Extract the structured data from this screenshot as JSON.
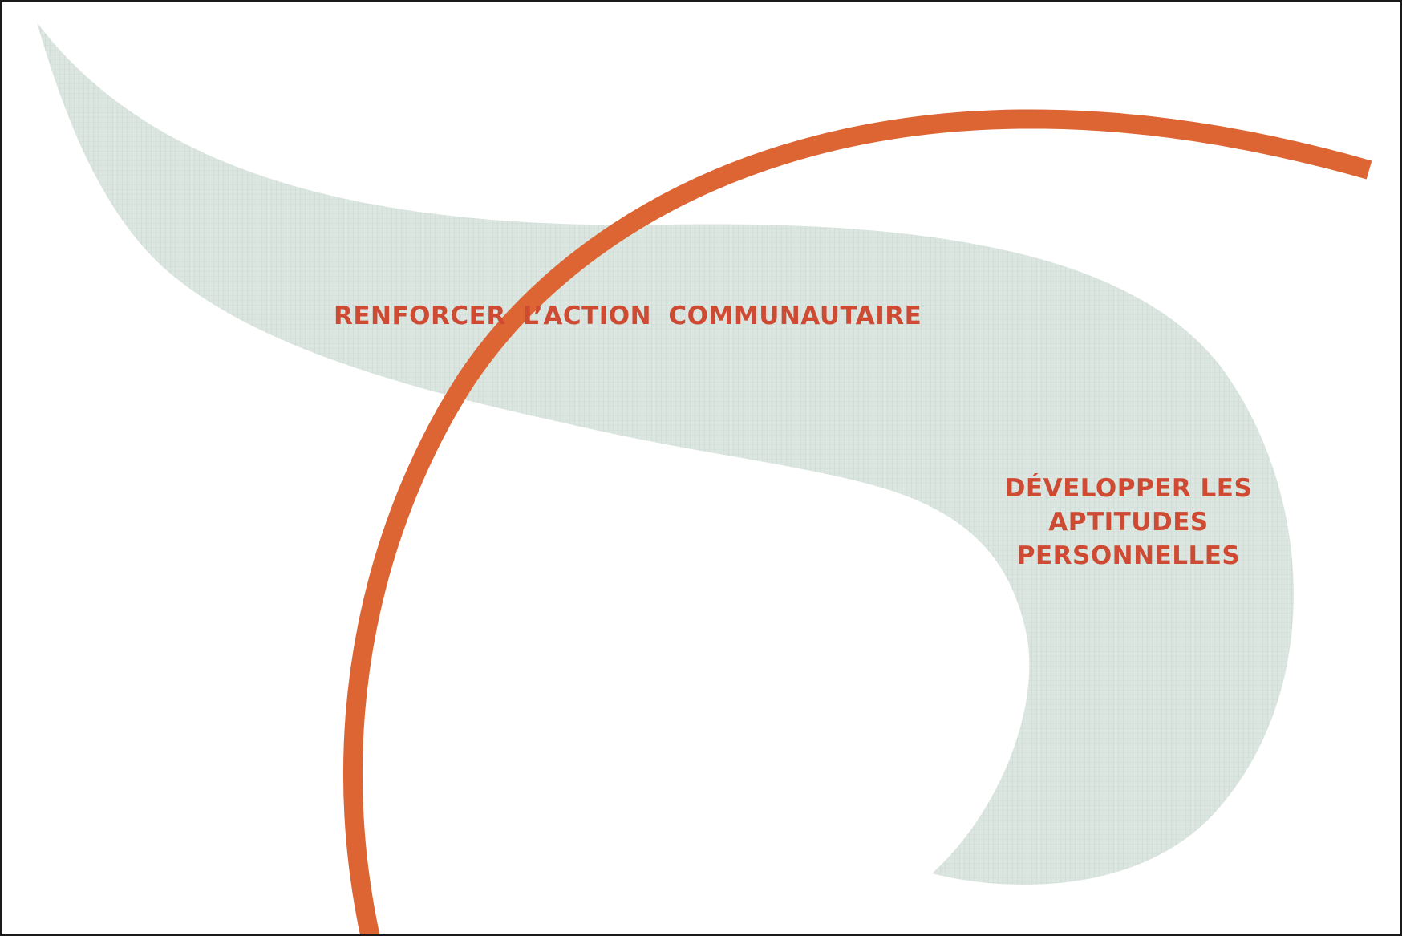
{
  "colors": {
    "arc": "#dd6433",
    "swoosh": "#dce6e1",
    "swoosh_texture": "#c9d6cf",
    "label": "#cf4a33",
    "background": "#ffffff",
    "frame": "#1a1a1a"
  },
  "labels": {
    "community_action": "RENFORCER L’ACTION COMMUNAUTAIRE",
    "personal_skills": [
      "DÉVELOPPER LES",
      "APTITUDES",
      "PERSONNELLES"
    ]
  }
}
